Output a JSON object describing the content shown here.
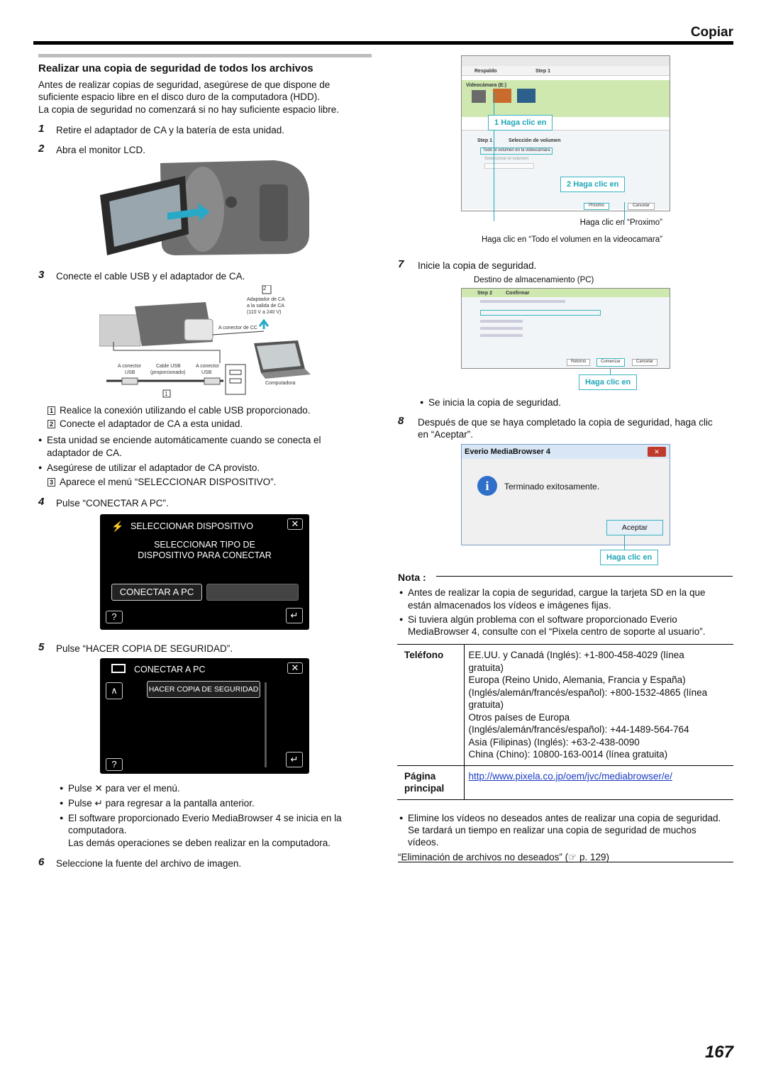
{
  "header": {
    "title": "Copiar"
  },
  "section": {
    "title": "Realizar una copia de seguridad de todos los archivos",
    "intro1": "Antes de realizar copias de seguridad, asegúrese de que dispone de",
    "intro2": "suficiente espacio libre en el disco duro de la computadora (HDD).",
    "intro3": "La copia de seguridad no comenzará si no hay suficiente espacio libre."
  },
  "steps": {
    "s1": {
      "num": "1",
      "text": "Retire el adaptador de CA y la batería de esta unidad."
    },
    "s2": {
      "num": "2",
      "text": "Abra el monitor LCD."
    },
    "s3": {
      "num": "3",
      "text": "Conecte el cable USB y el adaptador de CA."
    },
    "s4": {
      "num": "4",
      "text": "Pulse “CONECTAR A PC”."
    },
    "s5": {
      "num": "5",
      "text": "Pulse “HACER COPIA DE SEGURIDAD”."
    },
    "s6": {
      "num": "6",
      "text": "Seleccione la fuente del archivo de imagen."
    },
    "s7": {
      "num": "7",
      "text": "Inicie la copia de seguridad."
    },
    "s8": {
      "num": "8",
      "text1": "Después de que se haya completado la copia de seguridad, haga clic",
      "text2": "en “Aceptar”."
    }
  },
  "connection_diagram": {
    "label_box2": "2",
    "adapter1": "Adaptador de CA",
    "adapter2": "a la salida de CA",
    "adapter3": "(110 V a 240 V)",
    "dc_conn": "A conector de CC",
    "usb_a1": "A conector",
    "usb_a2": "USB",
    "cable1": "Cable USB",
    "cable2": "(proporcionado)",
    "usb_b1": "A conector",
    "usb_b2": "USB",
    "computer": "Computadora",
    "label_box1": "1"
  },
  "step3_notes": {
    "n1_num": "1",
    "n1": "Realice la conexión utilizando el cable USB proporcionado.",
    "n2_num": "2",
    "n2": "Conecte el adaptador de CA a esta unidad.",
    "b1a": "Esta unidad se enciende automáticamente cuando se conecta el",
    "b1b": "adaptador de CA.",
    "b2": "Asegúrese de utilizar el adaptador de CA provisto.",
    "n3_num": "3",
    "n3": "Aparece el menú “SELECCIONAR DISPOSITIVO”."
  },
  "lcd1": {
    "title": "SELECCIONAR DISPOSITIVO",
    "line1": "SELECCIONAR TIPO DE",
    "line2": "DISPOSITIVO PARA CONECTAR",
    "button": "CONECTAR A PC",
    "help": "?",
    "close": "✕",
    "back": "↵"
  },
  "lcd2": {
    "title": "CONECTAR A PC",
    "button": "HACER COPIA DE SEGURIDAD",
    "help": "?",
    "close": "✕",
    "back": "↵",
    "up": "∧"
  },
  "step5_notes": {
    "b1": "Pulse ✕ para ver el menú.",
    "b2": "Pulse ↵ para regresar a la pantalla anterior.",
    "b3a": "El software proporcionado Everio MediaBrowser 4 se inicia en la",
    "b3b": "computadora.",
    "b3c": "Las demás operaciones se deben realizar en la computadora."
  },
  "screenshot1": {
    "tab_backup": "Respaldo",
    "step1_label": "Step 1",
    "camera_label": "Videocámara (E:)",
    "callout1_num": "1",
    "callout1": "Haga clic en",
    "step1": "Step 1",
    "select_volume": "Selección de volumen",
    "option_all": "Todo el volumen en la videocámara",
    "option_select": "Seleccionar el volumen",
    "callout2_num": "2",
    "callout2": "Haga clic en",
    "next_btn": "Próximo",
    "cancel_btn": "Cancelar",
    "caption1": "Haga clic en “Proximo”",
    "caption2": "Haga clic en “Todo el volumen en la videocamara”"
  },
  "screenshot2": {
    "caption_top": "Destino de almacenamiento (PC)",
    "step2": "Step 2",
    "confirm": "Confirmar",
    "back_btn": "Retorno",
    "start_btn": "Comenzar",
    "cancel_btn": "Cancelar",
    "callout": "Haga clic en",
    "bullet": "Se inicia la copia de seguridad."
  },
  "dialog": {
    "title": "Everio MediaBrowser 4",
    "message": "Terminado exitosamente.",
    "ok": "Aceptar",
    "callout": "Haga clic en"
  },
  "nota": {
    "title": "Nota :",
    "b1a": "Antes de realizar la copia de seguridad, cargue la tarjeta SD en la que",
    "b1b": "están almacenados los vídeos e imágenes fijas.",
    "b2a": "Si tuviera algún problema con el software proporcionado Everio",
    "b2b": "MediaBrowser 4, consulte con el “Pixela centro de soporte al usuario”."
  },
  "contact": {
    "phone_label": "Teléfono",
    "phone_lines": [
      "EE.UU. y Canadá (Inglés): +1-800-458-4029 (línea",
      "gratuita)",
      "Europa (Reino Unido, Alemania, Francia y España)",
      "(Inglés/alemán/francés/español): +800-1532-4865 (línea",
      "gratuita)",
      "Otros países de Europa",
      "(Inglés/alemán/francés/español): +44-1489-564-764",
      "Asia (Filipinas) (Inglés): +63-2-438-0090",
      "China (Chino): 10800-163-0014 (línea gratuita)"
    ],
    "home_label1": "Página",
    "home_label2": "principal",
    "home_url": "http://www.pixela.co.jp/oem/jvc/mediabrowser/e/"
  },
  "footer_note": {
    "b1a": "Elimine los vídeos no deseados antes de realizar una copia de seguridad.",
    "b1b": "Se tardará un tiempo en realizar una copia de seguridad de muchos",
    "b1c": "vídeos.",
    "ref": "“Eliminación de archivos no deseados” (☞ p. 129)"
  },
  "page_number": "167",
  "colors": {
    "accent_cyan": "#1fa6b8",
    "window_green": "#cfe8b0",
    "link_blue": "#1a3cc4"
  }
}
